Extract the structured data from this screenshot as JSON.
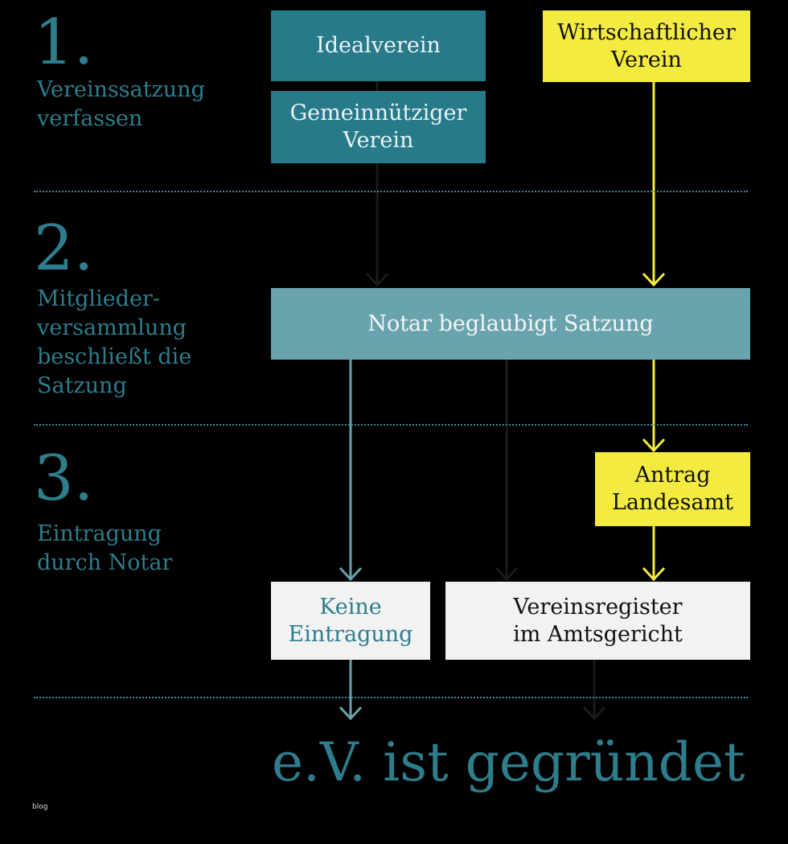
{
  "steps": [
    {
      "number": "1.",
      "label_lines": [
        "Vereinssatzung",
        "verfassen"
      ]
    },
    {
      "number": "2.",
      "label_lines": [
        "Mitglieder-",
        "versammlung",
        "beschließt die",
        "Satzung"
      ]
    },
    {
      "number": "3.",
      "label_lines": [
        "Eintragung",
        "durch Notar"
      ]
    }
  ],
  "boxes": {
    "idealverein": "Idealverein",
    "gemeinnuetziger_line1": "Gemeinnütziger",
    "gemeinnuetziger_line2": "Verein",
    "wirtschaftlicher_line1": "Wirtschaftlicher",
    "wirtschaftlicher_line2": "Verein",
    "notar": "Notar beglaubigt Satzung",
    "antrag_line1": "Antrag",
    "antrag_line2": "Landesamt",
    "keine_line1": "Keine",
    "keine_line2": "Eintragung",
    "register_line1": "Vereinsregister",
    "register_line2": "im Amtsgericht"
  },
  "result": "e.V. ist gegründet",
  "footnote": "blog",
  "colors": {
    "background": "#000000",
    "teal": "#267a8a",
    "light_teal": "#69a3ad",
    "yellow": "#f4eb41",
    "white_box": "#f2f2f2",
    "text_teal": "#2e7d8c"
  }
}
